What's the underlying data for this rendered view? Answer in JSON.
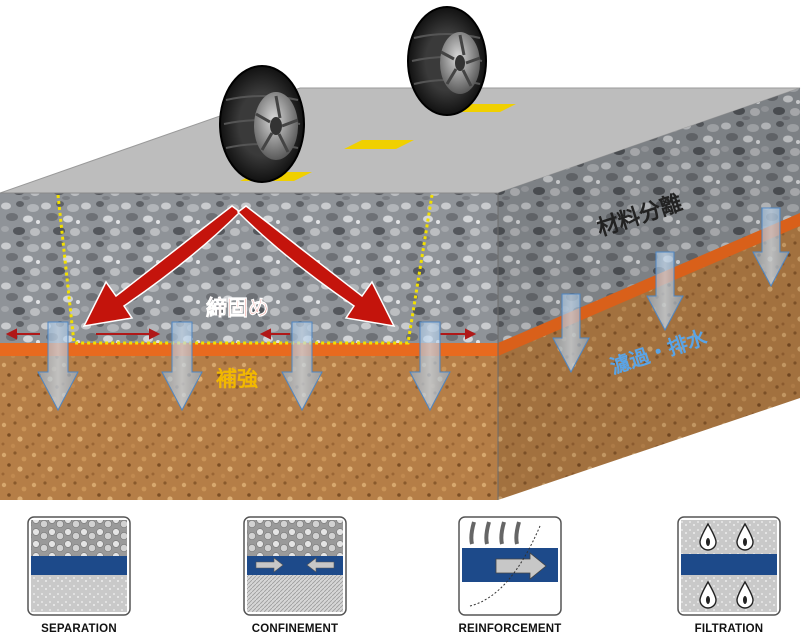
{
  "labels": {
    "compaction": "締固め",
    "reinforcement": "補強",
    "separation": "材料分離",
    "filtration_drainage": "濾過・排水"
  },
  "functions": [
    {
      "id": "separation",
      "caption": "SEPARATION",
      "icon": "separation-icon"
    },
    {
      "id": "confinement",
      "caption": "CONFINEMENT",
      "icon": "confinement-icon"
    },
    {
      "id": "reinforcement",
      "caption": "REINFORCEMENT",
      "icon": "reinforcement-icon"
    },
    {
      "id": "filtration",
      "caption": "FILTRATION",
      "icon": "filtration-icon"
    }
  ],
  "colors": {
    "road_surface": "#bdbdbd",
    "gravel": "#8d9196",
    "soil": "#b07a45",
    "geotextile": "#e86a1e",
    "load_arrow": "#c4140c",
    "confinement_outline": "#f2e000",
    "drain_arrow": "#6f9fd0",
    "separation_label": "#222222",
    "compaction_label": "#e0261a",
    "reinforcement_label": "#f2b800",
    "filtration_label": "#5aa4e6",
    "icon_blue": "#1d4a8a"
  }
}
